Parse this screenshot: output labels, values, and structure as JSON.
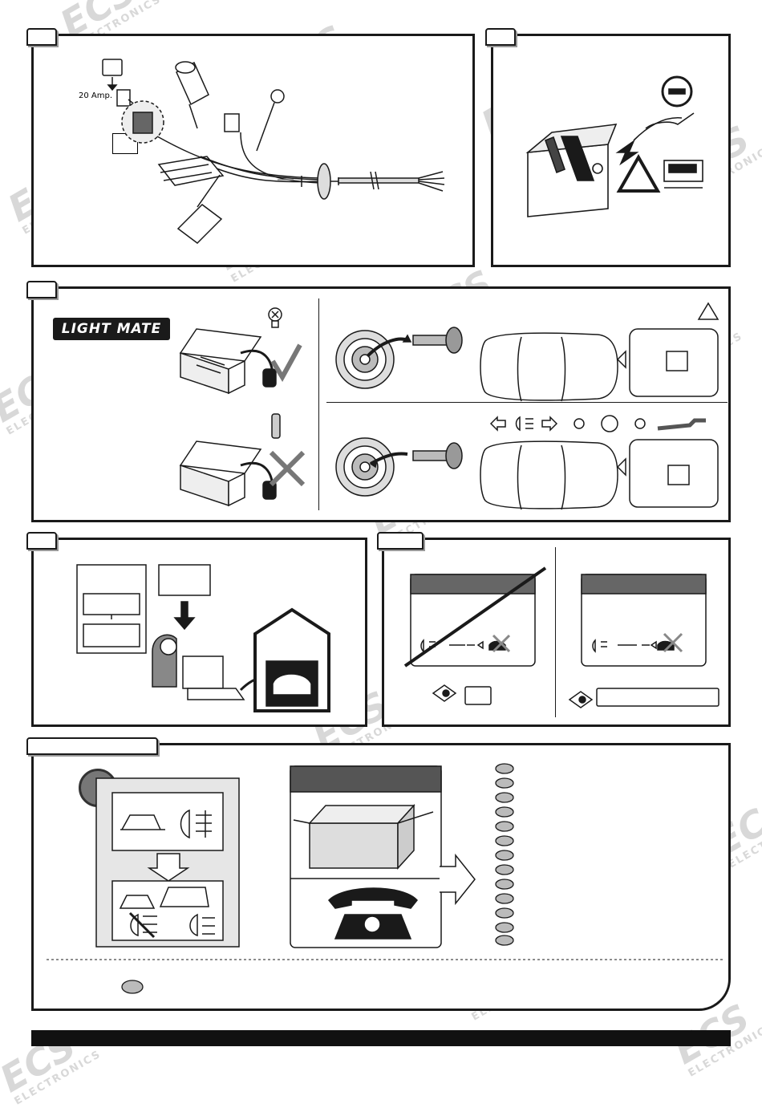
{
  "watermark": {
    "brand": "ECS",
    "sub": "ELECTRONICS"
  },
  "panel1": {
    "fuse_label": "20 Amp."
  },
  "panel3": {
    "logo_text": "LIGHT MATE"
  },
  "colors": {
    "ink": "#1a1a1a",
    "fill_grey": "#9a9a9a",
    "watermark": "#d8d8d8",
    "bottom_bar": "#111111"
  }
}
